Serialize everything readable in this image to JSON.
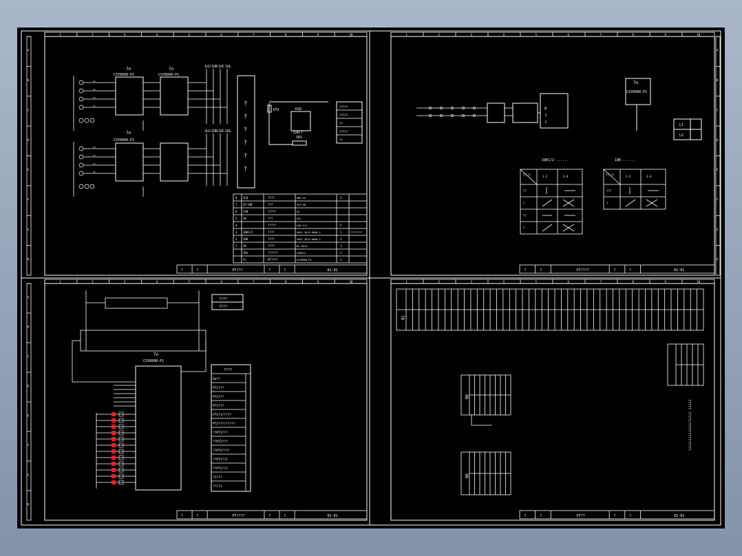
{
  "colors": {
    "background": "#000000",
    "line": "#ffffff",
    "accent": "#ff1a1a"
  },
  "ruler": {
    "cols": [
      "1",
      "2",
      "3",
      "4",
      "5",
      "6",
      "7",
      "8",
      "9",
      "10"
    ],
    "rows": [
      "A",
      "B",
      "C",
      "D",
      "E",
      "F",
      "G",
      "H"
    ]
  },
  "tl": {
    "relay_left_top": "7n",
    "relay_left_model": "CSY8990-P1",
    "relay_right_top": "7n",
    "relay_right_model": "CSY8990-P1",
    "relay_lower_top": "7n",
    "relay_lower_model": "CSY8990-P1",
    "bus_labels": [
      "1UJ",
      "1UB",
      "1UC",
      "1UL"
    ],
    "bus_labels2": [
      "2UJ",
      "2UB",
      "2UC",
      "2UL"
    ],
    "vertical_box": [
      "?",
      "?",
      "?",
      "?",
      "?",
      "?"
    ],
    "fu_label": "1FU",
    "ks_label": "KSO",
    "ks_model": "S204-C",
    "coil_label": "1KS",
    "side_box": [
      "?????",
      "?????",
      "??",
      "?????",
      "??"
    ],
    "table_rows": [
      {
        "no": "8",
        "code": "1LQ",
        "name": "????",
        "model": "ABS-22",
        "qty": "1"
      },
      {
        "no": "7",
        "code": "1F~10F",
        "name": "???",
        "model": "JF5-PD",
        "qty": ""
      },
      {
        "no": "6",
        "code": "1YB",
        "name": "?????",
        "model": "LK",
        "qty": ""
      },
      {
        "no": "5",
        "code": "1K",
        "name": "???",
        "model": "LK1",
        "qty": ""
      },
      {
        "no": "4",
        "code": "",
        "name": "?????",
        "model": "LW1-2/1",
        "qty": "5"
      },
      {
        "no": "3",
        "code": "1QK1/2",
        "name": "????",
        "model": "LW21-16/9.6048.2",
        "qty": "1"
      },
      {
        "no": "2",
        "code": "1QK",
        "name": "????",
        "model": "LW21-16/9.6048.2",
        "qty": "1"
      },
      {
        "no": "1",
        "code": "1K",
        "name": "????",
        "model": "BL-2015",
        "qty": "1"
      },
      {
        "no": "",
        "code": "7Dn",
        "name": "??????",
        "model": "S2B314",
        "qty": "1"
      },
      {
        "no": "",
        "code": "7n",
        "name": "PT????",
        "model": "CSY8990-P1",
        "qty": "1"
      }
    ],
    "table_note": "????????",
    "title_cells": [
      "?",
      "?",
      "PT???",
      "?",
      "?",
      "02-01"
    ]
  },
  "tr": {
    "relay_top": "7n",
    "relay_model": "CSY8990-P1",
    "switch_labels": [
      "P",
      "?",
      "?"
    ],
    "lamp_labels": [
      "L1",
      "L2"
    ],
    "table1_title": "1QK1/2 ......",
    "table1_head": [
      "?? ??",
      "1-2",
      "3-4"
    ],
    "table1_rows": [
      "??",
      "?",
      "??",
      "?"
    ],
    "table2_title": "1QK ......",
    "table2_head": [
      "?? ??",
      "1-2",
      "3-4"
    ],
    "table2_rows": [
      "???",
      "?"
    ],
    "title_cells": [
      "?",
      "?",
      "PT????",
      "?",
      "?",
      "02-01"
    ]
  },
  "bl": {
    "relay_top": "7n",
    "relay_model": "CSY8990-P1",
    "note_box": [
      "????",
      "????"
    ],
    "list_head": "????",
    "list_items": [
      "Ua??",
      "PT1???",
      "PT2???",
      "PT1???",
      "PT1?1?????",
      "PT2?????????",
      "??PT1???",
      "??PT2???",
      "??PT2????",
      "??PT1??1",
      "??PT2??1",
      "?1???",
      "????1"
    ],
    "title_cells": [
      "?",
      "?",
      "PT????",
      "?",
      "?",
      "02-01"
    ]
  },
  "br": {
    "label_strip": "7D",
    "label_small1": "9D",
    "label_small2": "9D",
    "vertical_note": "????? ????(?????????????)",
    "title_cells": [
      "?",
      "?",
      "PT??",
      "?",
      "?",
      "02-02"
    ]
  }
}
